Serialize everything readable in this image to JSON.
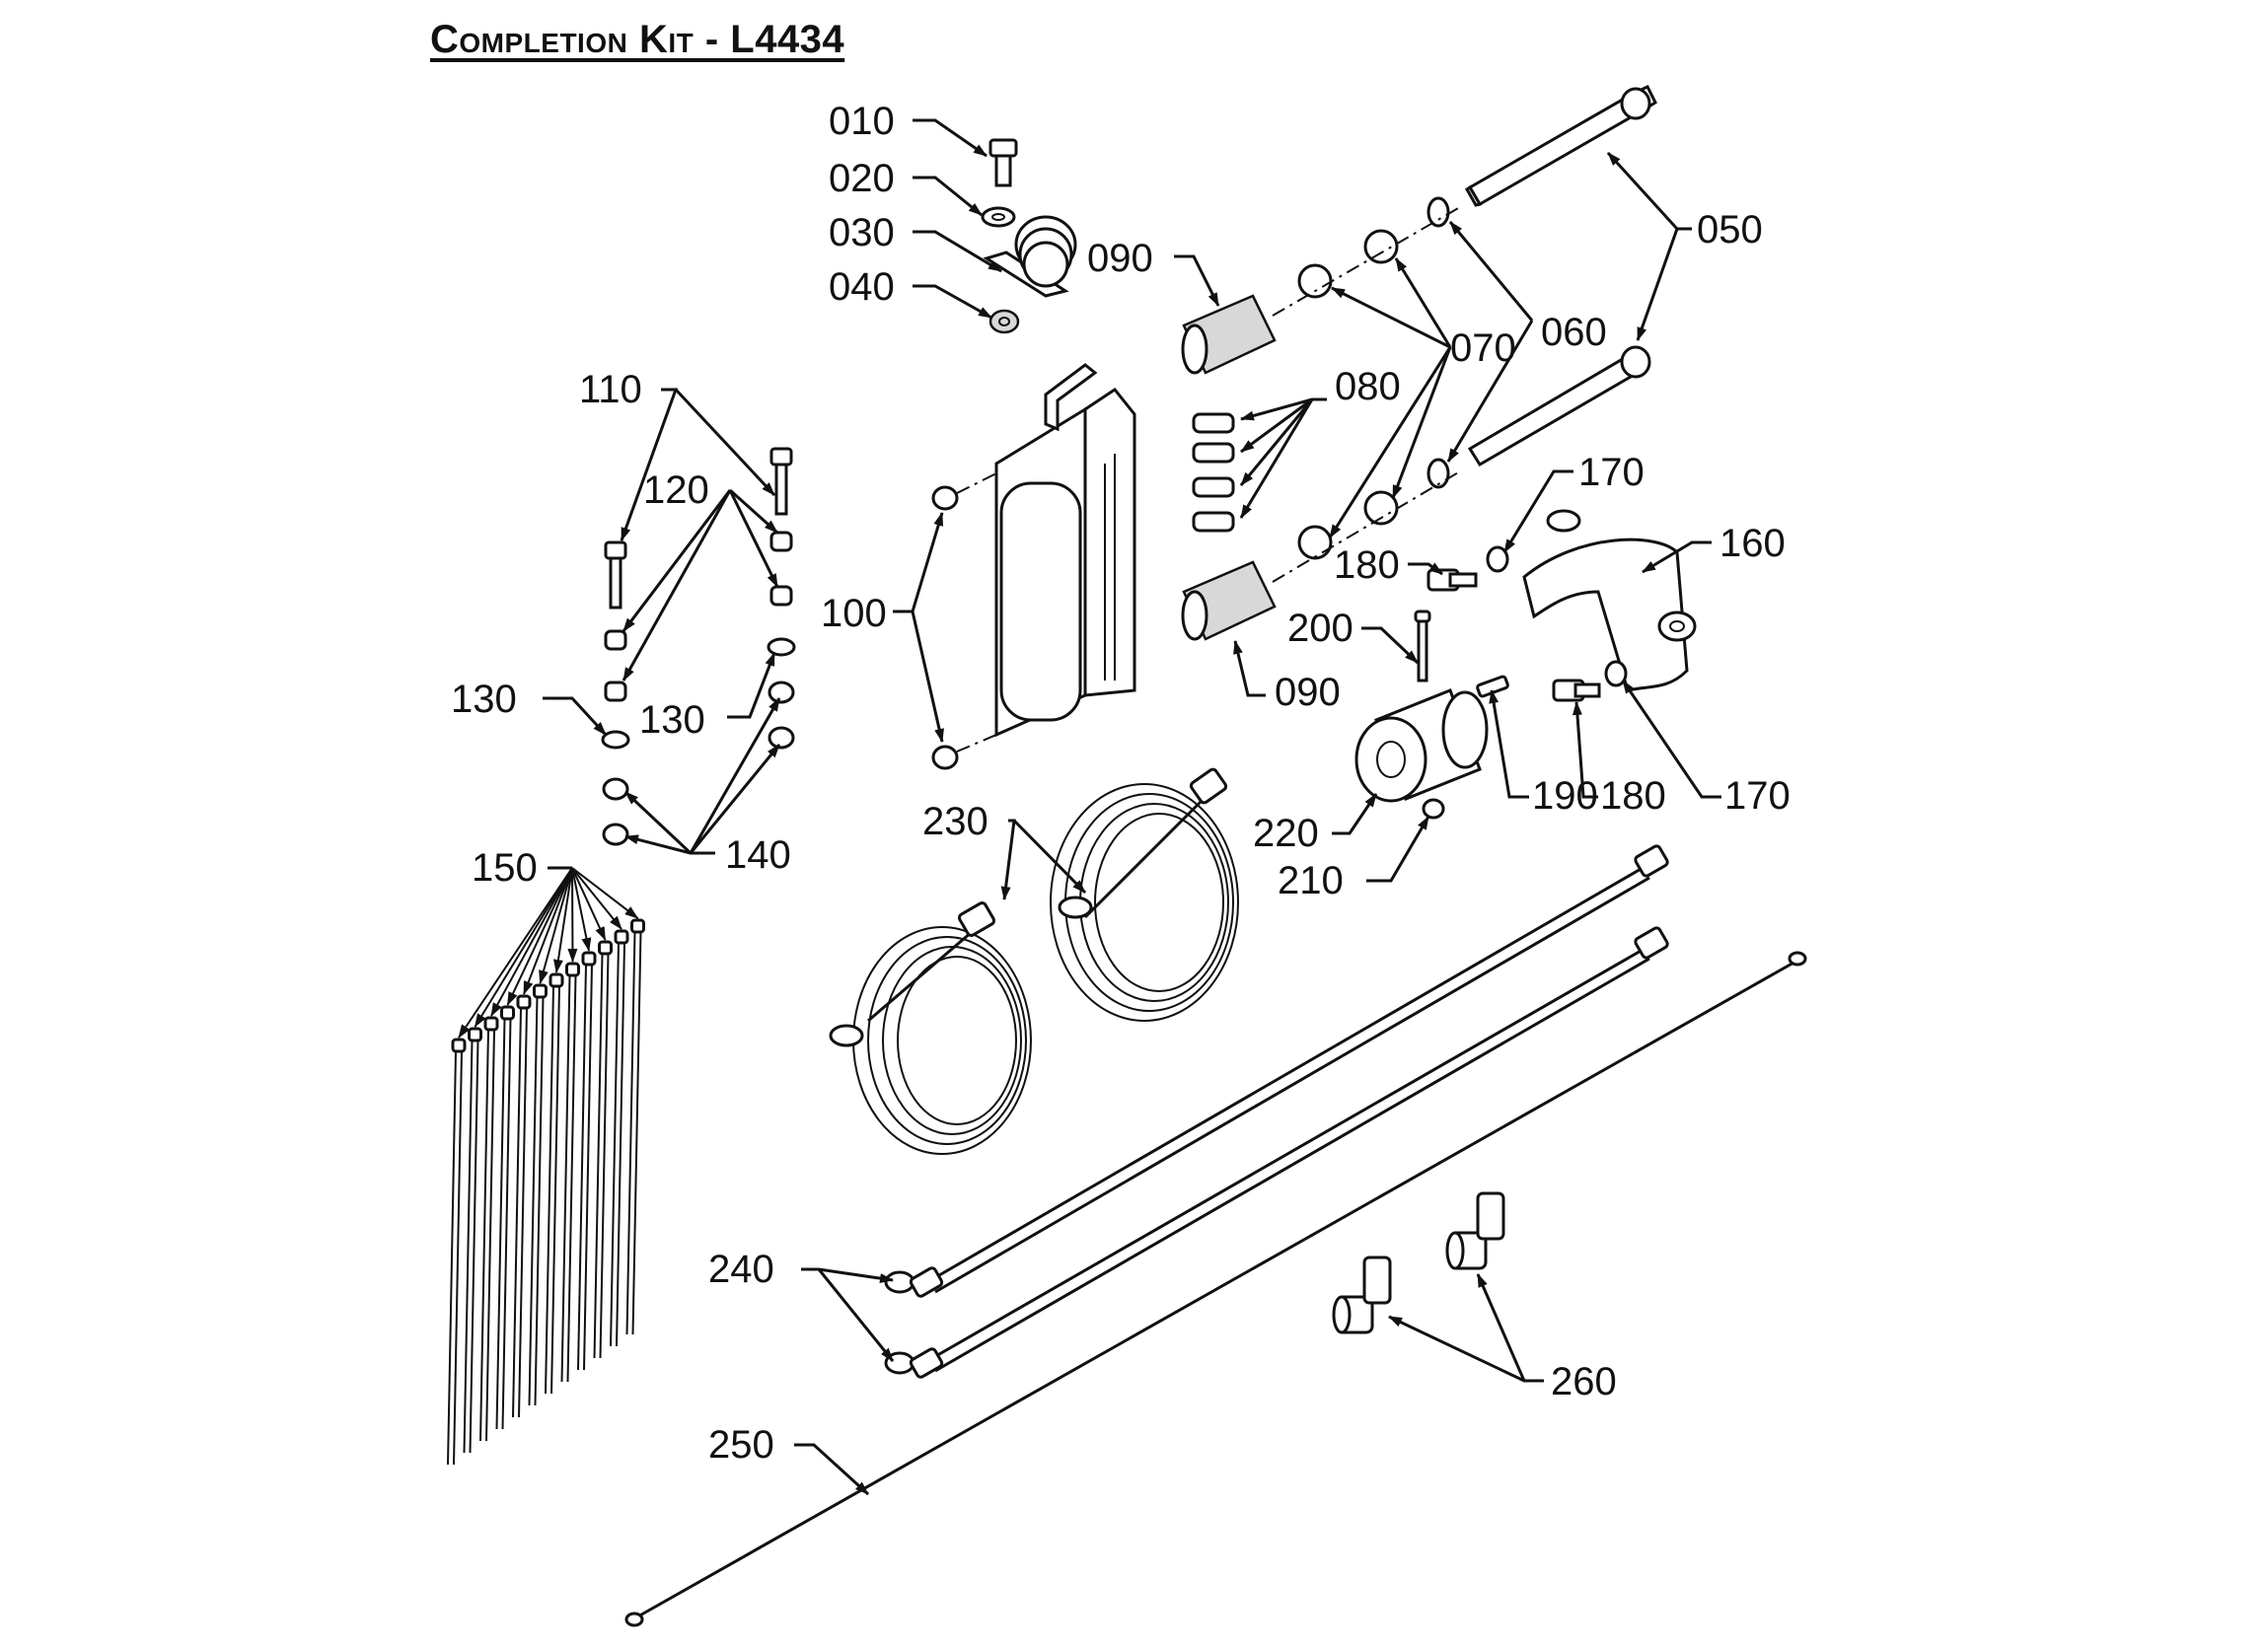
{
  "title": "Completion Kit - L4434",
  "callouts": {
    "c010": "010",
    "c020": "020",
    "c030": "030",
    "c040": "040",
    "c050": "050",
    "c060": "060",
    "c070": "070",
    "c080": "080",
    "c090a": "090",
    "c090b": "090",
    "c100": "100",
    "c110": "110",
    "c120": "120",
    "c130a": "130",
    "c130b": "130",
    "c140": "140",
    "c150": "150",
    "c160": "160",
    "c170a": "170",
    "c170b": "170",
    "c180a": "180",
    "c180b": "180",
    "c190": "190",
    "c200": "200",
    "c210": "210",
    "c220": "220",
    "c230": "230",
    "c240": "240",
    "c250": "250",
    "c260": "260"
  }
}
